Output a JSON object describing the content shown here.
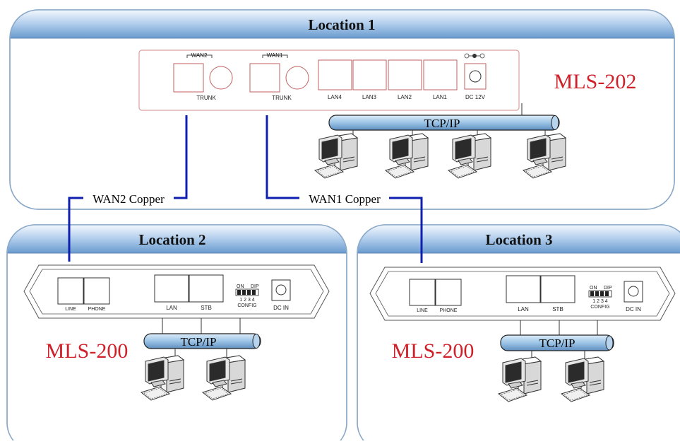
{
  "locations": [
    {
      "title": "Location 1"
    },
    {
      "title": "Location 2"
    },
    {
      "title": "Location 3"
    }
  ],
  "mls202": {
    "model": "MLS-202",
    "wan2_label": "WAN2",
    "wan1_label": "WAN1",
    "trunk_label": "TRUNK",
    "lan_ports": [
      "LAN4",
      "LAN3",
      "LAN2",
      "LAN1"
    ],
    "power_label": "DC 12V",
    "bus_label": "TCP/IP"
  },
  "mls200": {
    "model": "MLS-200",
    "line_label": "LINE",
    "phone_label": "PHONE",
    "lan_label": "LAN",
    "stb_label": "STB",
    "dip_on": "ON",
    "dip_label": "DIP",
    "dip_numbers": "1 2 3 4",
    "config_label": "CONFIG",
    "dc_in_label": "DC IN",
    "bus_label": "TCP/IP"
  },
  "links": {
    "wan2": "WAN2 Copper",
    "wan1": "WAN1 Copper"
  },
  "colors": {
    "header_top": "#eef4fb",
    "header_bottom": "#6f9fd0",
    "model_red": "#d0202a",
    "device_outline": "#d9a0a0",
    "wire_blue": "#0f1fb0",
    "bus_fill": "#9cc4e6"
  }
}
